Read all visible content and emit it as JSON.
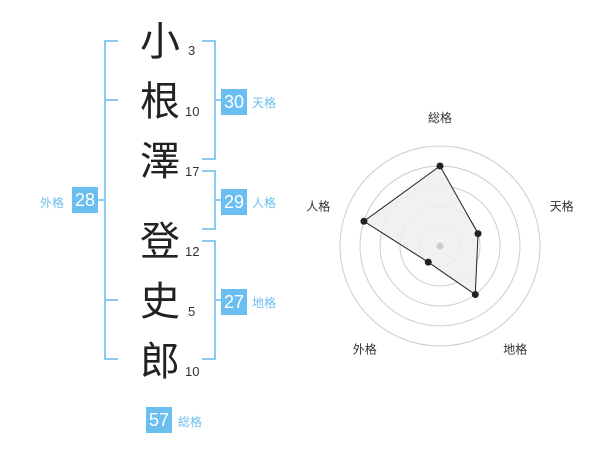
{
  "name": {
    "characters": [
      {
        "char": "小",
        "strokes": "3"
      },
      {
        "char": "根",
        "strokes": "10"
      },
      {
        "char": "澤",
        "strokes": "17"
      },
      {
        "char": "登",
        "strokes": "12"
      },
      {
        "char": "史",
        "strokes": "5"
      },
      {
        "char": "郎",
        "strokes": "10"
      }
    ]
  },
  "fortunes": {
    "tenkaku": {
      "value": "30",
      "label": "天格"
    },
    "jinkaku": {
      "value": "29",
      "label": "人格"
    },
    "chikaku": {
      "value": "27",
      "label": "地格"
    },
    "gaikaku": {
      "value": "28",
      "label": "外格"
    },
    "soukaku": {
      "value": "57",
      "label": "総格"
    }
  },
  "colors": {
    "accent": "#6bbef0",
    "bracket": "#8ccaf2",
    "radar_fill": "#eeeeee",
    "radar_grid": "#cccccc"
  },
  "chart_data": {
    "type": "radar",
    "axes": [
      "総格",
      "天格",
      "地格",
      "外格",
      "人格"
    ],
    "max": 5,
    "values": [
      4,
      2,
      3,
      1,
      4
    ]
  }
}
